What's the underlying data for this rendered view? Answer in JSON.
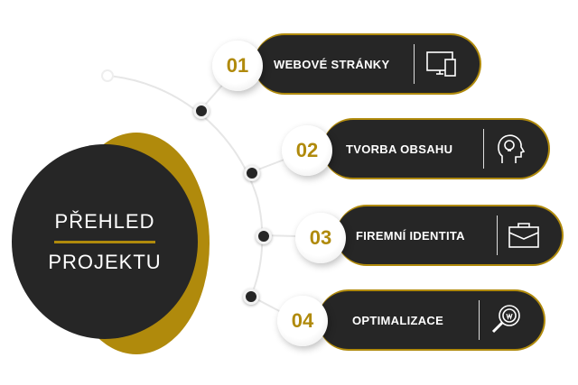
{
  "title": {
    "line1": "PŘEHLED",
    "line2": "PROJEKTU"
  },
  "items": [
    {
      "number": "01",
      "label": "WEBOVÉ STRÁNKY",
      "icon": "devices-icon"
    },
    {
      "number": "02",
      "label": "TVORBA OBSAHU",
      "icon": "head-lightbulb-icon"
    },
    {
      "number": "03",
      "label": "FIREMNÍ IDENTITA",
      "icon": "briefcase-icon"
    },
    {
      "number": "04",
      "label": "OPTIMALIZACE",
      "icon": "magnifier-w-icon"
    }
  ],
  "colors": {
    "gold": "#b08a0c",
    "dark": "#262626"
  }
}
